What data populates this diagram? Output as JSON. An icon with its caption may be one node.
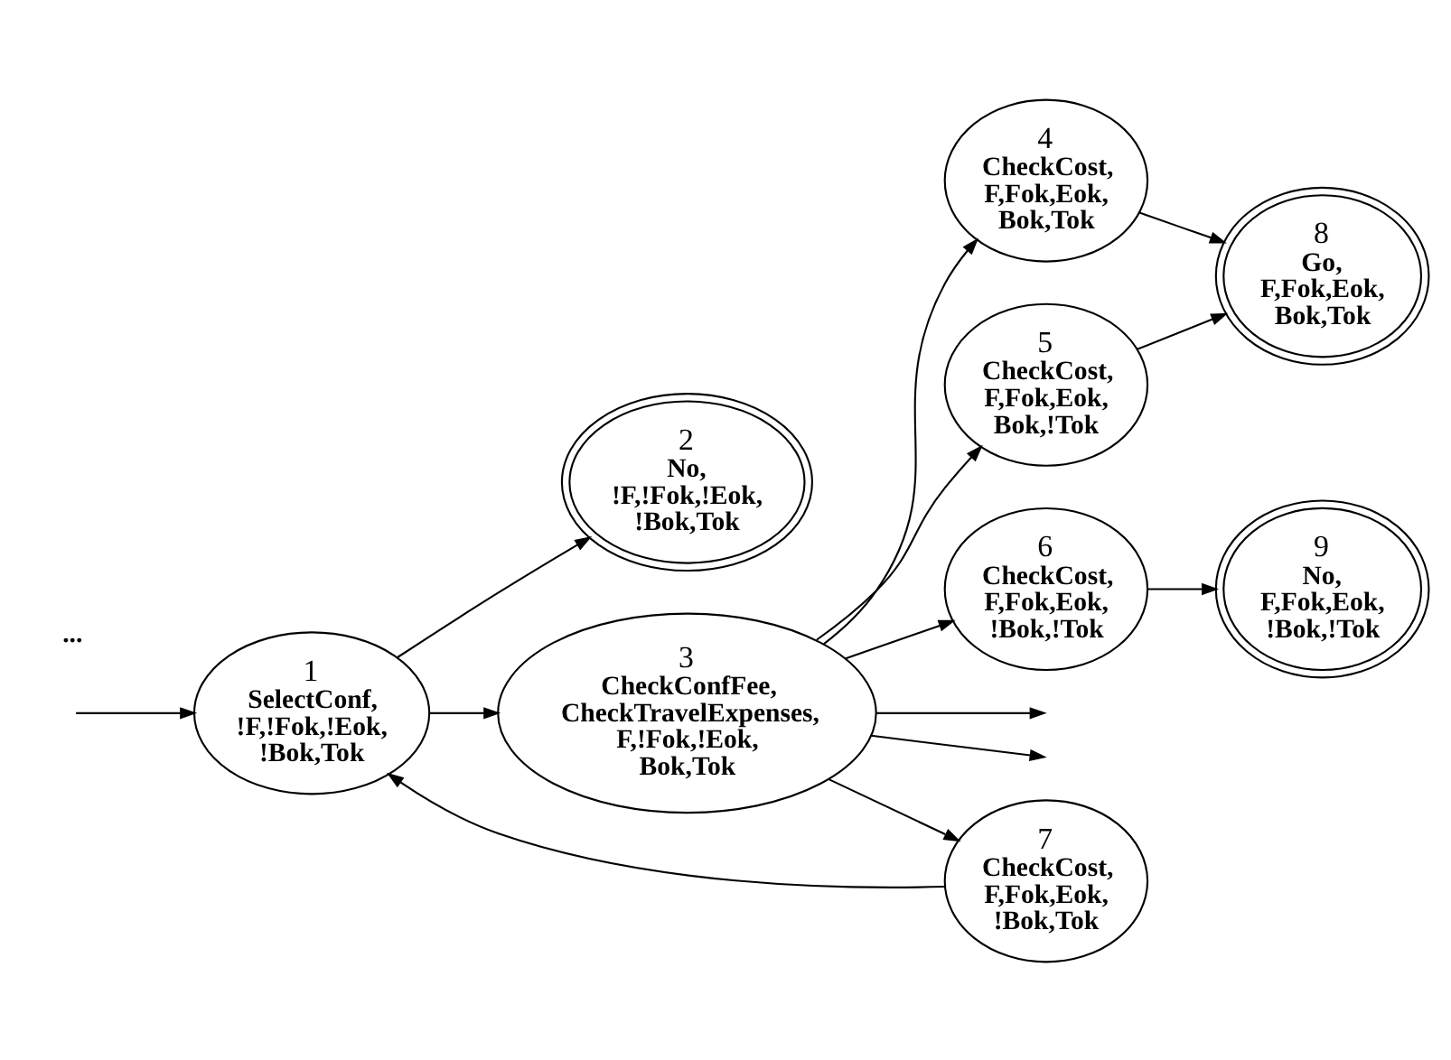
{
  "diagram": {
    "nodes": [
      {
        "text": [
          "1",
          "SelectConf, !F,!Fok,!Eok, !Bok,Tok"
        ]
      },
      {
        "text": [
          "2",
          "No, !F,!Fok,!Eok, !Bok,Tok"
        ]
      },
      {
        "text": [
          "3",
          "CheckConfFee, CheckTravelExpenses, F,!Fok,!Eok, Bok,Tok"
        ]
      },
      {
        "text": [
          "4",
          "CheckCost, F,Fok,Eok, Bok,Tok"
        ]
      },
      {
        "text": [
          "5",
          "CheckCost, F,Fok,Eok, Bok,!Tok"
        ]
      },
      {
        "text": [
          "6",
          "CheckCost, F,Fok,Eok, !Bok,!Tok"
        ]
      },
      {
        "text": [
          "7",
          "CheckCost, F,Fok,Eok, !Bok,Tok"
        ]
      },
      {
        "text": [
          "8",
          "Go, F,Fok,Eok, Bok,Tok"
        ]
      },
      {
        "text": [
          "9",
          "No, F,Fok,Eok, !Bok,!Tok"
        ]
      }
    ],
    "edges": [
      {
        "from": null,
        "to": 0,
        "arrow": "to"
      },
      {
        "from": 0,
        "to": 2,
        "arrow": "to"
      },
      {
        "from": 0,
        "to": 1,
        "arrow": "to"
      },
      {
        "from": 2,
        "to": null,
        "arrow": "to"
      },
      {
        "from": 2,
        "to": null,
        "arrow": "to"
      },
      {
        "from": 2,
        "to": 3,
        "arrow": "to"
      },
      {
        "from": 2,
        "to": 4,
        "arrow": "to"
      },
      {
        "from": 2,
        "to": 5,
        "arrow": "to"
      },
      {
        "from": 2,
        "to": 6,
        "arrow": "to"
      },
      {
        "from": 3,
        "to": 7,
        "arrow": "to"
      },
      {
        "from": 4,
        "to": 7,
        "arrow": "to"
      },
      {
        "from": 5,
        "to": 8,
        "arrow": "to"
      },
      {
        "from": 6,
        "to": 0,
        "arrow": "to"
      }
    ],
    "labels": [
      "..."
    ]
  }
}
